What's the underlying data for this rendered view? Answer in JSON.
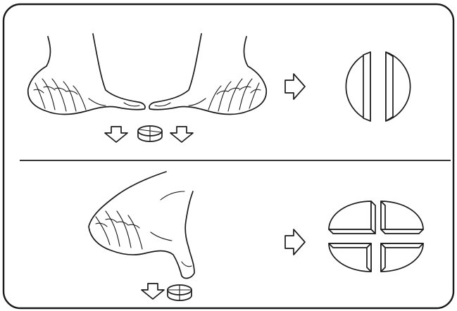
{
  "figure": {
    "panels": [
      {
        "id": "top",
        "action": "two-thumbs-press-tablet",
        "result": "tablet-halves",
        "pieces": 2
      },
      {
        "id": "bottom",
        "action": "one-thumb-press-tablet",
        "result": "tablet-quarters",
        "pieces": 4
      }
    ],
    "icons": [
      "frame-icon",
      "hand-icon",
      "hollow-arrow-icon",
      "tablet-icon"
    ],
    "colors": {
      "line": "#1a1a1a",
      "background": "#ffffff"
    }
  }
}
